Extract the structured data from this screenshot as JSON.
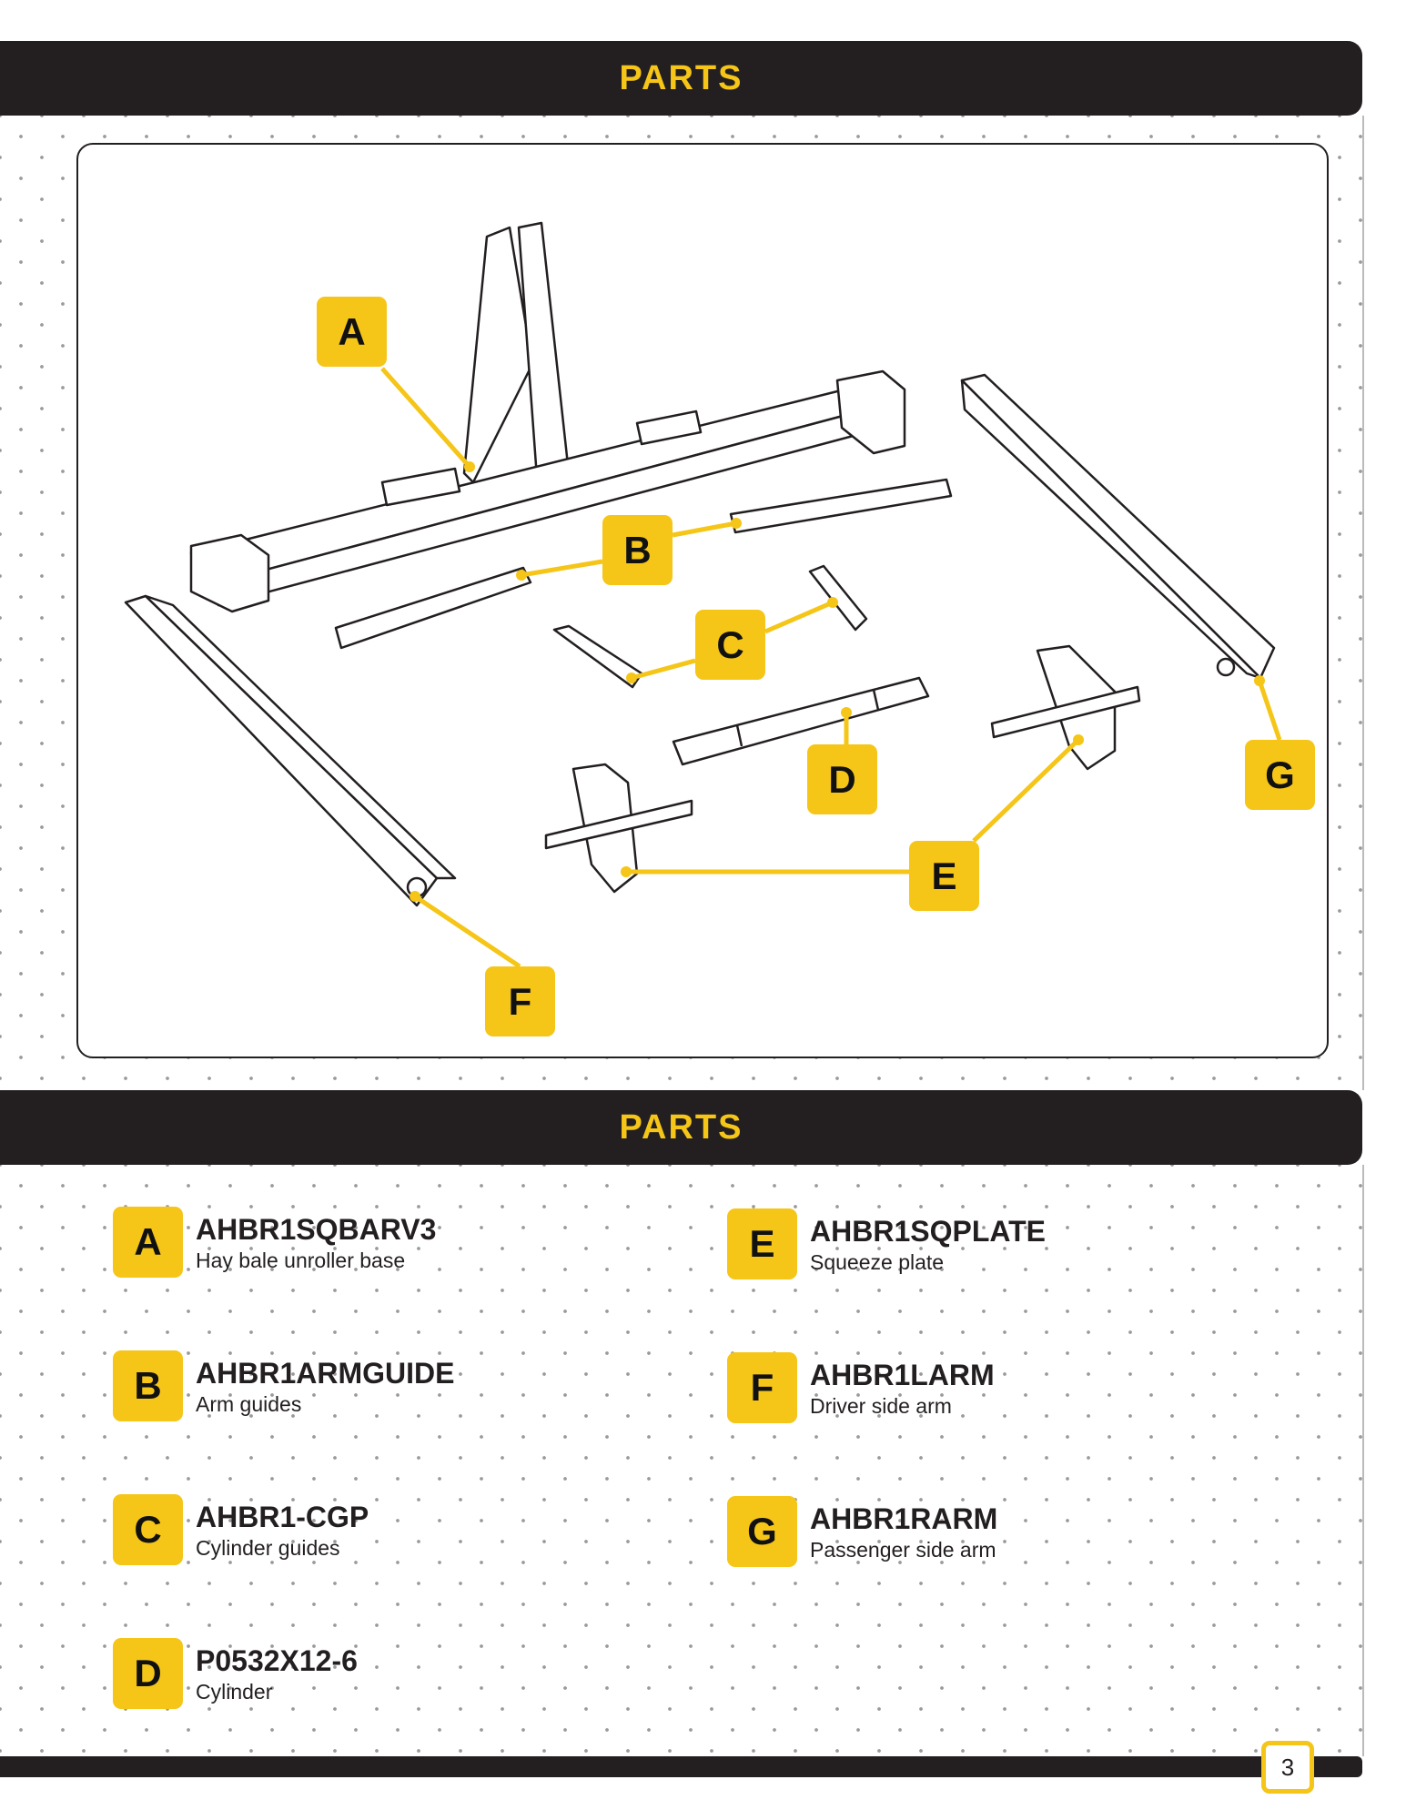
{
  "sections": {
    "diagram_title": "PARTS",
    "list_title": "PARTS"
  },
  "diagram_labels": [
    "A",
    "B",
    "C",
    "D",
    "E",
    "F",
    "G"
  ],
  "parts": [
    {
      "letter": "A",
      "code": "AHBR1SQBARV3",
      "description": "Hay bale unroller base"
    },
    {
      "letter": "B",
      "code": "AHBR1ARMGUIDE",
      "description": "Arm guides"
    },
    {
      "letter": "C",
      "code": "AHBR1-CGP",
      "description": "Cylinder guides"
    },
    {
      "letter": "D",
      "code": "P0532X12-6",
      "description": "Cylinder"
    },
    {
      "letter": "E",
      "code": "AHBR1SQPLATE",
      "description": "Squeeze plate"
    },
    {
      "letter": "F",
      "code": "AHBR1LARM",
      "description": "Driver side arm"
    },
    {
      "letter": "G",
      "code": "AHBR1RARM",
      "description": "Passenger side arm"
    }
  ],
  "page_number": "3",
  "colors": {
    "accent": "#f5c518",
    "dark": "#231f20"
  }
}
